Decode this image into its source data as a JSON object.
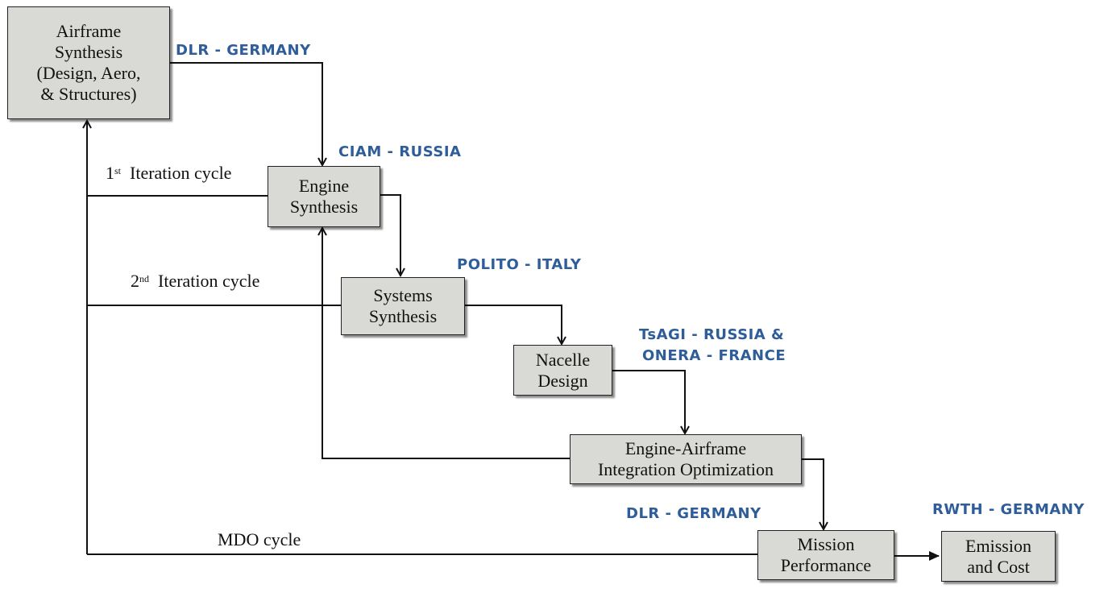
{
  "boxes": {
    "airframe": [
      "Airframe",
      "Synthesis",
      "(Design,  Aero,",
      "& Structures)"
    ],
    "engine": [
      "Engine",
      "Synthesis"
    ],
    "systems": [
      "Systems",
      "Synthesis"
    ],
    "nacelle": [
      "Nacelle",
      "Design"
    ],
    "integration": [
      "Engine-Airframe",
      "Integration Optimization"
    ],
    "mission": [
      "Mission",
      "Performance"
    ],
    "emission": [
      "Emission",
      "and Cost"
    ]
  },
  "organizations": {
    "dlr_top": "DLR -  GERMANY",
    "ciam": "CIAM -  RUSSIA",
    "polito": "POLITO  - ITALY",
    "tsagi": "TsAGI -  RUSSIA &",
    "onera": "ONERA - FRANCE",
    "dlr_bottom": "DLR - GERMANY",
    "rwth": "RWTH -  GERMANY"
  },
  "cycles": {
    "first": {
      "num": "1",
      "sup": "st",
      "text": "Iteration cycle"
    },
    "second": {
      "num": "2",
      "sup": "nd",
      "text": "Iteration cycle"
    },
    "mdo": {
      "text": "MDO cycle"
    }
  },
  "colors": {
    "box_fill": "#d9d9d6",
    "org_label": "#2e5d9a",
    "line": "#111111"
  }
}
